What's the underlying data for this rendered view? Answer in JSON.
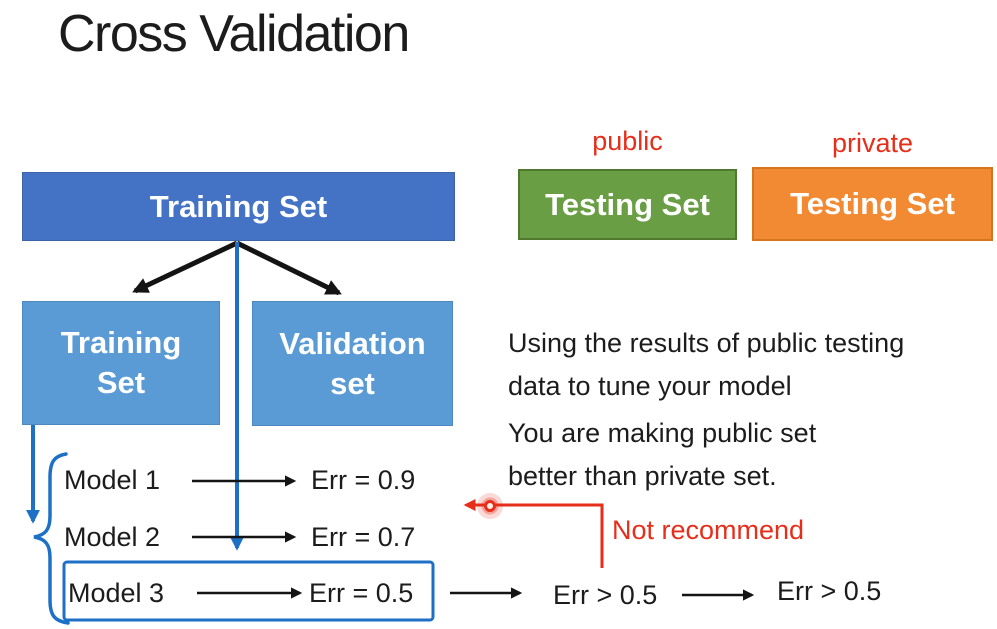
{
  "title": "Cross Validation",
  "diagram": {
    "training_set_label": "Training Set",
    "public_label": "public",
    "private_label": "private",
    "public_testing_label": "Testing Set",
    "private_testing_label": "Testing Set",
    "sub_training_lines": [
      "Training",
      "Set"
    ],
    "validation_lines": [
      "Validation",
      "set"
    ],
    "models": [
      {
        "name": "Model 1",
        "err": "Err = 0.9"
      },
      {
        "name": "Model 2",
        "err": "Err = 0.7"
      },
      {
        "name": "Model 3",
        "err": "Err = 0.5"
      }
    ],
    "public_err": "Err > 0.5",
    "private_err": "Err > 0.5",
    "not_recommend": "Not recommend"
  },
  "annotation": {
    "p1": [
      "Using the results of public testing",
      "data to tune your model"
    ],
    "p2": [
      "You are making public set",
      "better than private set."
    ]
  },
  "colors": {
    "top_box_blue": "#4472c4",
    "sub_box_blue": "#5b9bd5",
    "testing_green": "#699e44",
    "testing_orange": "#f18a33",
    "accent_blue": "#1e70c6",
    "alert_red": "#e62e1a",
    "text_black": "#1c1c1c"
  }
}
